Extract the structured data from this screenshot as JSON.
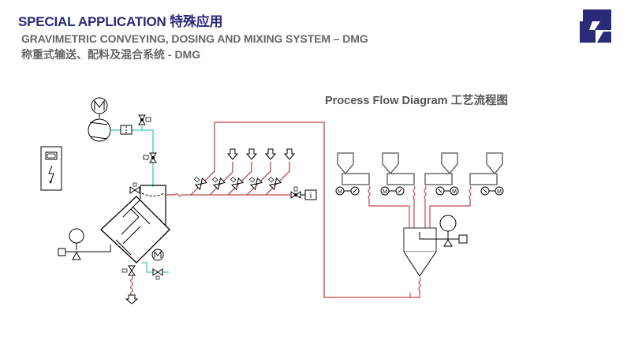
{
  "header": {
    "title": "SPECIAL APPLICATION 特殊应用",
    "subtitle_en": "GRAVIMETRIC CONVEYING, DOSING AND MIXING SYSTEM – DMG",
    "subtitle_cn": "称重式输送、配料及混合系统 - DMG"
  },
  "logo": {
    "icon": "z-brand-logo",
    "color": "#2b2a78"
  },
  "diagram": {
    "title": "Process Flow Diagram 工艺流程图",
    "colors": {
      "line": "#000000",
      "conveying_line": "#c0484a",
      "water_line": "#3cc6d4",
      "equipment_gray": "#777777"
    },
    "components": {
      "control_cabinet": "control-cabinet-icon",
      "vacuum_pump": "vacuum-pump-icon",
      "motor_label": "M",
      "mixer": "mixer-vessel",
      "dosing_valves_count": 5,
      "feed_inlets_count": 4,
      "feeders_count": 4,
      "receiver_hopper": "receiver-hopper",
      "instrument_label": "i"
    }
  }
}
